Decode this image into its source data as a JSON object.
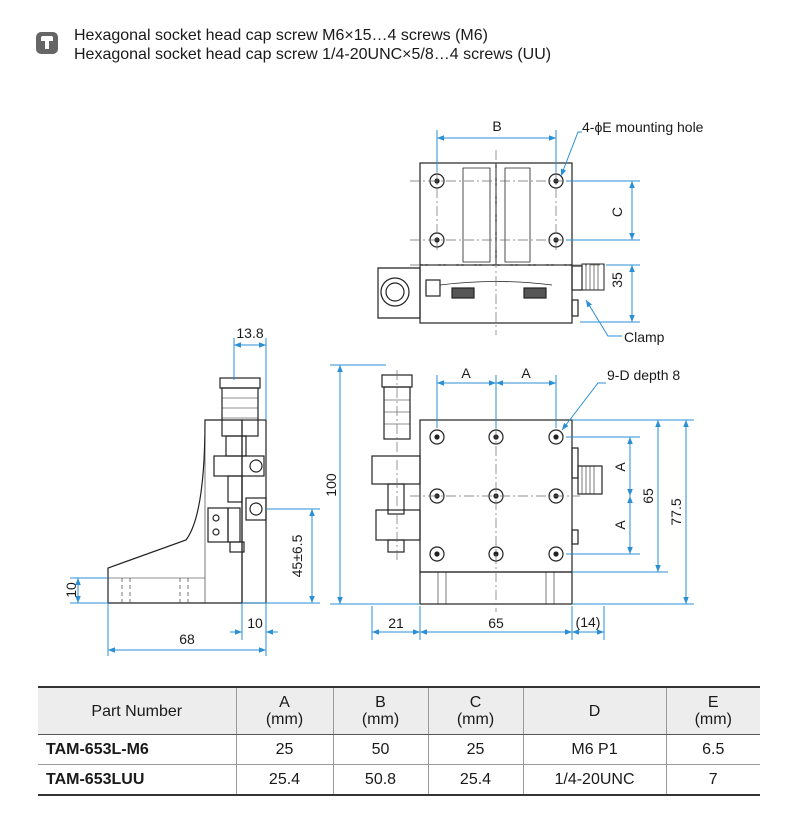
{
  "note": {
    "icon": "wrench-icon",
    "lines": [
      "Hexagonal socket head cap screw M6×15…4 screws (M6)",
      "Hexagonal socket head cap screw 1/4-20UNC×5/8…4 screws (UU)"
    ]
  },
  "top_view": {
    "dim_b": "B",
    "dim_c": "C",
    "dim_35": "35",
    "mounting_hole_label": "4-ϕE mounting hole",
    "clamp_label": "Clamp"
  },
  "side_view": {
    "dim_13_8": "13.8",
    "dim_45": "45±6.5",
    "dim_10_h": "10",
    "dim_10_w": "10",
    "dim_68": "68"
  },
  "front_view": {
    "dim_a1": "A",
    "dim_a2": "A",
    "tapped_label": "9-D depth 8",
    "dim_100": "100",
    "dim_a_v1": "A",
    "dim_a_v2": "A",
    "dim_65_v": "65",
    "dim_77_5": "77.5",
    "dim_21": "21",
    "dim_65_h": "65",
    "dim_14": "(14)"
  },
  "table": {
    "headers": [
      {
        "l1": "Part Number",
        "l2": ""
      },
      {
        "l1": "A",
        "l2": "(mm)"
      },
      {
        "l1": "B",
        "l2": "(mm)"
      },
      {
        "l1": "C",
        "l2": "(mm)"
      },
      {
        "l1": "D",
        "l2": ""
      },
      {
        "l1": "E",
        "l2": "(mm)"
      }
    ],
    "rows": [
      [
        "TAM-653L-M6",
        "25",
        "50",
        "25",
        "M6 P1",
        "6.5"
      ],
      [
        "TAM-653LUU",
        "25.4",
        "50.8",
        "25.4",
        "1/4-20UNC",
        "7"
      ]
    ]
  }
}
